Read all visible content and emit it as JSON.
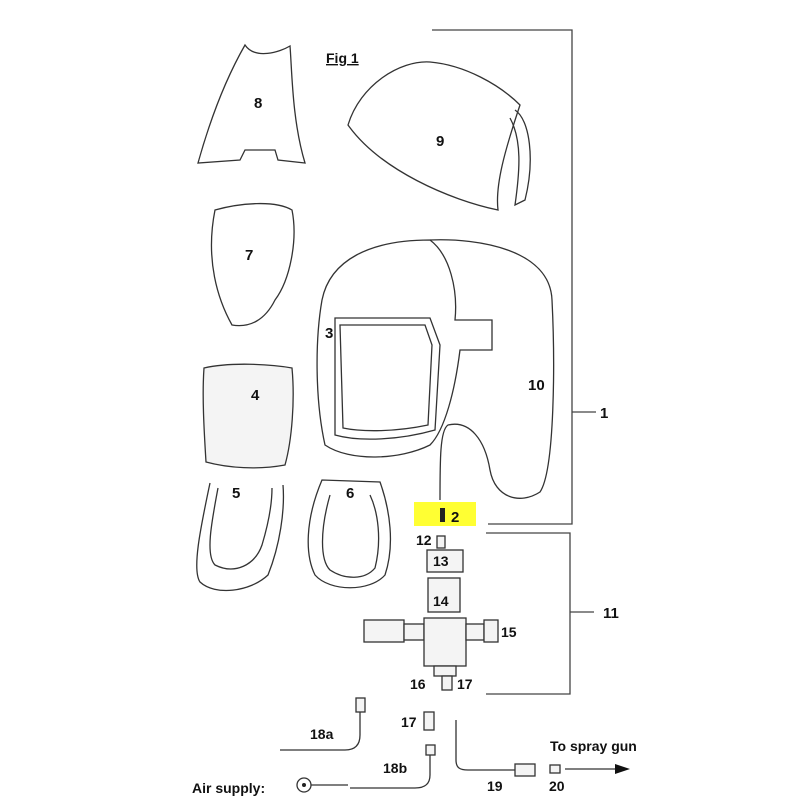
{
  "figure": {
    "title": "Fig 1",
    "highlight_color": "#ffff33",
    "labels": {
      "p1": "1",
      "p2": "2",
      "p3": "3",
      "p4": "4",
      "p5": "5",
      "p6": "6",
      "p7": "7",
      "p8": "8",
      "p9": "9",
      "p10": "10",
      "p11": "11",
      "p12": "12",
      "p13": "13",
      "p14": "14",
      "p15": "15",
      "p16": "16",
      "p17": "17",
      "p17b": "17",
      "p18a": "18a",
      "p18b": "18b",
      "p19": "19",
      "p20": "20"
    },
    "annotations": {
      "to_spray_gun": "To spray gun",
      "air_supply": "Air supply:"
    }
  }
}
